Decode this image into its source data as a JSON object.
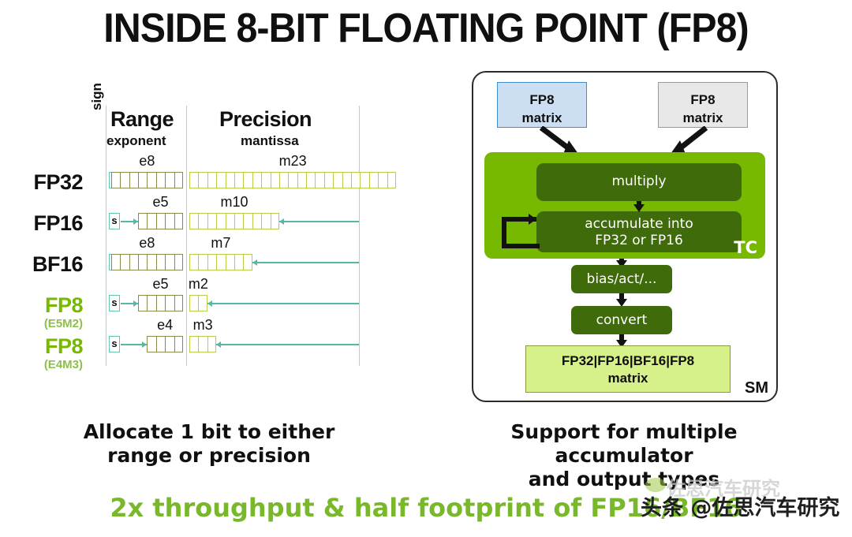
{
  "title": "INSIDE 8-BIT FLOATING POINT (FP8)",
  "left_panel": {
    "headers": {
      "sign": "sign",
      "range": "Range",
      "exponent": "exponent",
      "precision": "Precision",
      "mantissa": "mantissa"
    },
    "sign_cell": "s",
    "rows": [
      {
        "label": "FP32",
        "sublabel": "",
        "exp_tag": "e8",
        "mant_tag": "m23",
        "exp_bits": 8,
        "mant_bits": 23,
        "green_label": false
      },
      {
        "label": "FP16",
        "sublabel": "",
        "exp_tag": "e5",
        "mant_tag": "m10",
        "exp_bits": 5,
        "mant_bits": 10,
        "green_label": false
      },
      {
        "label": "BF16",
        "sublabel": "",
        "exp_tag": "e8",
        "mant_tag": "m7",
        "exp_bits": 8,
        "mant_bits": 7,
        "green_label": false
      },
      {
        "label": "FP8",
        "sublabel": "(E5M2)",
        "exp_tag": "e5",
        "mant_tag": "m2",
        "exp_bits": 5,
        "mant_bits": 2,
        "green_label": true
      },
      {
        "label": "FP8",
        "sublabel": "(E4M3)",
        "exp_tag": "e4",
        "mant_tag": "m3",
        "exp_bits": 4,
        "mant_bits": 3,
        "green_label": true
      }
    ]
  },
  "right_panel": {
    "input_left": "FP8\nmatrix",
    "input_left_line1": "FP8",
    "input_left_line2": "matrix",
    "input_right_line1": "FP8",
    "input_right_line2": "matrix",
    "multiply": "multiply",
    "accumulate_line1": "accumulate into",
    "accumulate_line2": "FP32 or FP16",
    "bias": "bias/act/...",
    "convert": "convert",
    "output_line1": "FP32|FP16|BF16|FP8",
    "output_line2": "matrix",
    "tc_label": "TC",
    "sm_label": "SM"
  },
  "captions": {
    "left_line1": "Allocate 1 bit to either",
    "left_line2": "range or precision",
    "right_line1": "Support for multiple accumulator",
    "right_line2": "and output types"
  },
  "tagline": "2x throughput & half footprint of FP16/BF16",
  "watermark": {
    "text": "头条 @佐思汽车研究",
    "ghost": "佐思汽车研究"
  },
  "colors": {
    "nvidia_green": "#76b900",
    "dark_green": "#3f6b0a",
    "light_green": "#d6f08a",
    "blue_box": "#ccdff2",
    "gray_box": "#e8e8e8",
    "teal": "#59b8a4",
    "tagline_green": "#78b82a"
  }
}
